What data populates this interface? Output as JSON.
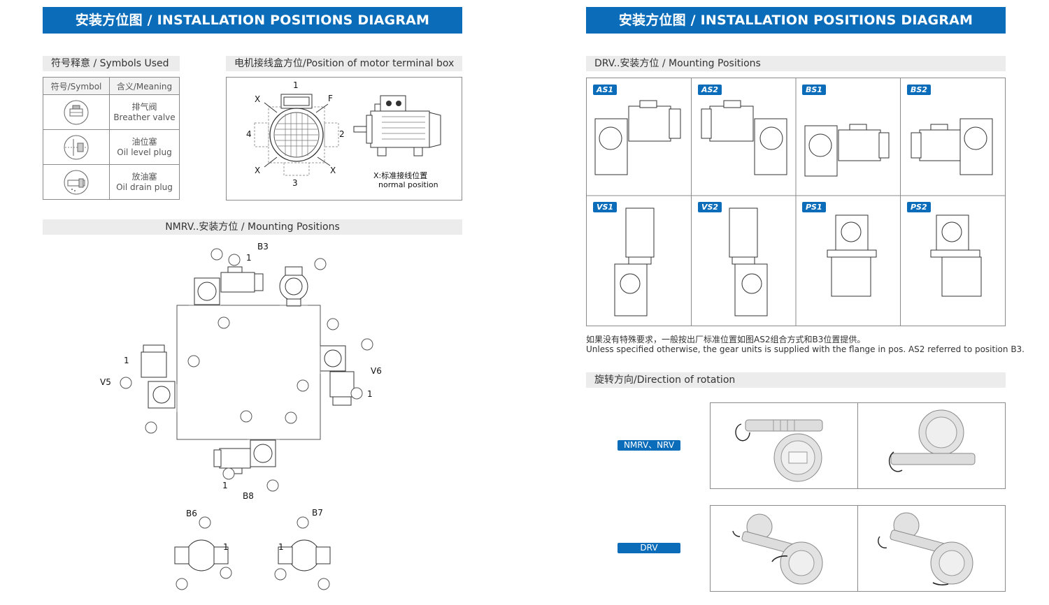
{
  "left_page": {
    "banner": "安装方位图 / INSTALLATION POSITIONS DIAGRAM",
    "symbols": {
      "title": "符号释意 / Symbols Used",
      "col_symbol": "符号/Symbol",
      "col_meaning": "含义/Meaning",
      "rows": [
        {
          "cn": "排气阀",
          "en": "Breather valve",
          "icon": "breather-valve-icon"
        },
        {
          "cn": "油位塞",
          "en": "Oil level plug",
          "icon": "oil-level-plug-icon"
        },
        {
          "cn": "放油塞",
          "en": "Oil drain plug",
          "icon": "oil-drain-plug-icon"
        }
      ]
    },
    "terminal_box": {
      "title": "电机接线盒方位/Position of motor terminal box",
      "labels": {
        "top": "1",
        "right": "2",
        "bottom": "3",
        "left": "4",
        "f": "F",
        "x": "X"
      },
      "note_cn": "X:标准接线位置",
      "note_en": "normal position"
    },
    "nmrv": {
      "title": "NMRV..安装方位 / Mounting Positions",
      "labels": {
        "b3": "B3",
        "v5": "V5",
        "v6": "V6",
        "b8": "B8",
        "b6": "B6",
        "b7": "B7",
        "one": "1"
      }
    }
  },
  "right_page": {
    "banner": "安装方位图 / INSTALLATION POSITIONS DIAGRAM",
    "drv": {
      "title": "DRV..安装方位 / Mounting Positions",
      "cells": [
        "AS1",
        "AS2",
        "BS1",
        "BS2",
        "VS1",
        "VS2",
        "PS1",
        "PS2"
      ]
    },
    "note_cn": "如果没有特殊要求，一般按出厂标准位置如图AS2组合方式和B3位置提供。",
    "note_en": "Unless specified otherwise, the gear units is supplied with the flange in pos. AS2 referred to position B3.",
    "rotation": {
      "title": "旋转方向/Direction of rotation",
      "rows": [
        {
          "label": "NMRV、NRV"
        },
        {
          "label": "DRV"
        }
      ]
    }
  },
  "colors": {
    "brand_blue": "#0b6dba",
    "section_gray": "#ececec",
    "line_gray": "#8a8a8a"
  }
}
